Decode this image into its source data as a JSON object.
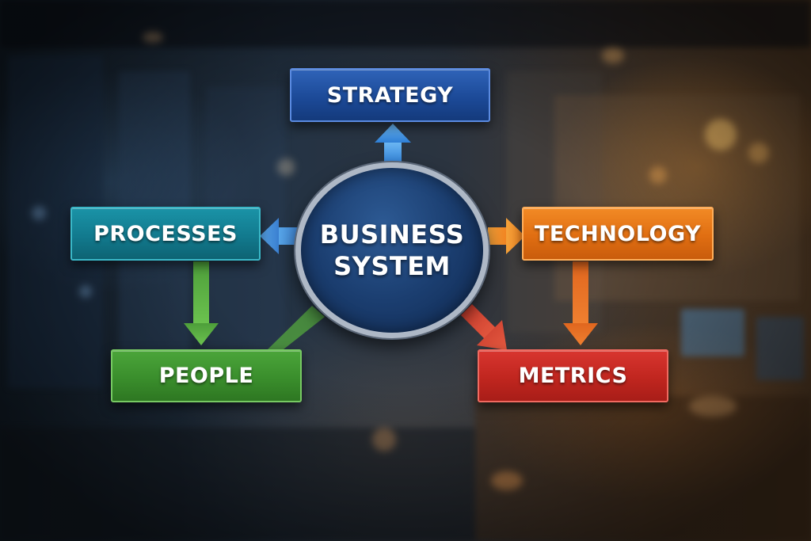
{
  "diagram": {
    "center": {
      "line1": "BUSINESS",
      "line2": "SYSTEM"
    },
    "nodes": {
      "strategy": "STRATEGY",
      "processes": "PROCESSES",
      "technology": "TECHNOLOGY",
      "people": "PEOPLE",
      "metrics": "METRICS"
    },
    "colors": {
      "strategy": "#1c4a98",
      "processes": "#127a8e",
      "technology": "#e06e12",
      "people": "#3a8e2c",
      "metrics": "#c0261f",
      "center": "#1b3e70"
    }
  }
}
